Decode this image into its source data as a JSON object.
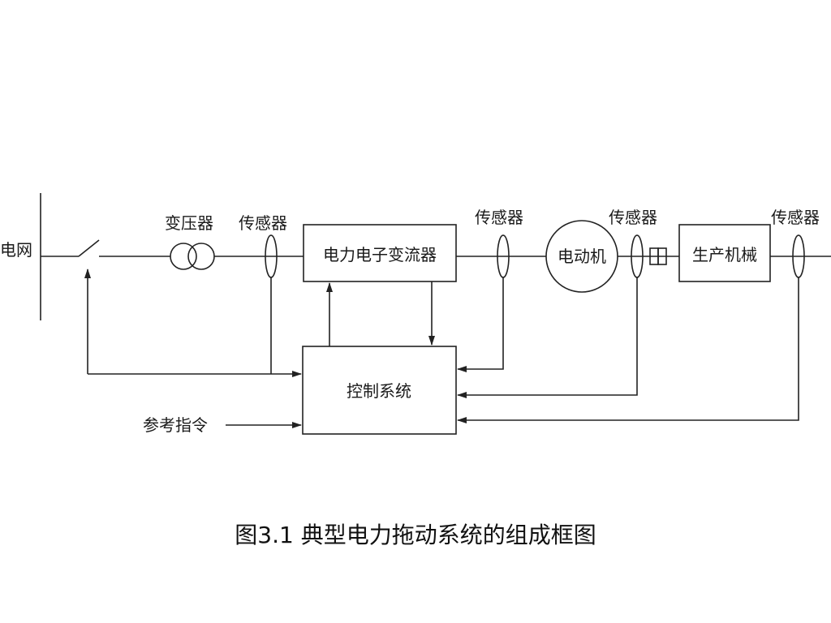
{
  "grid_label": "电网",
  "transformer_label": "变压器",
  "sensor_labels": [
    "传感器",
    "传感器",
    "传感器",
    "传感器"
  ],
  "converter_label": "电力电子变流器",
  "motor_label": "电动机",
  "machinery_label": "生产机械",
  "control_label": "控制系统",
  "reference_label": "参考指令",
  "caption": "图3.1  典型电力拖动系统的组成框图"
}
